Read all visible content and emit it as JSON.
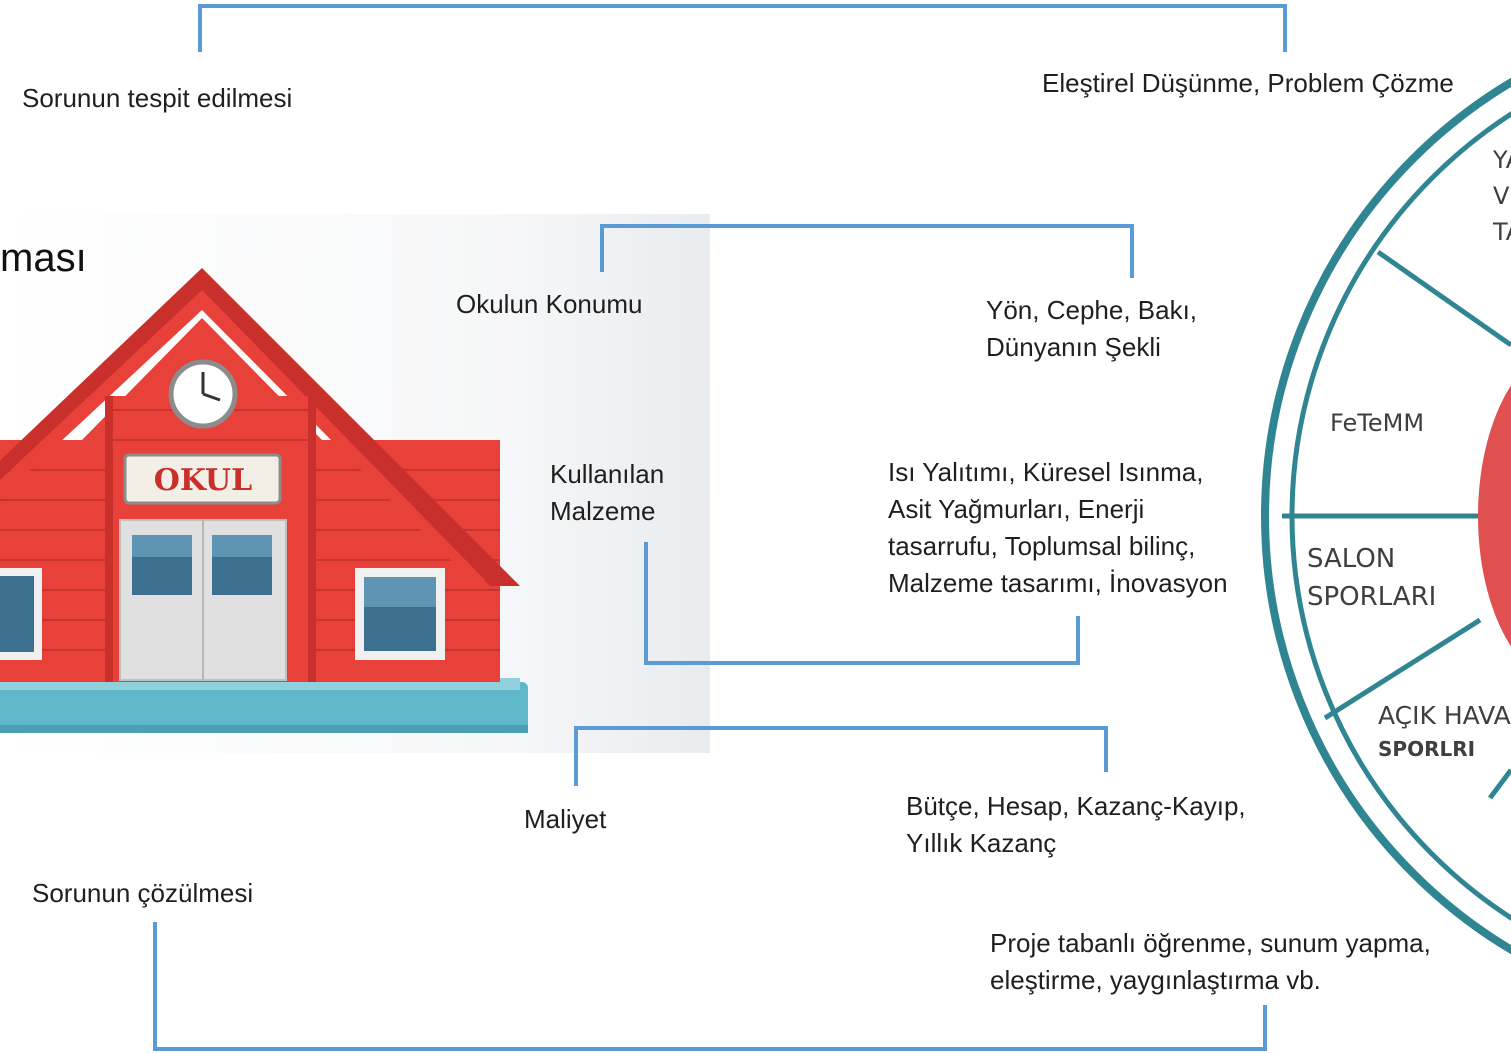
{
  "title_fragment": "ması",
  "labels": {
    "problem_identification": "Sorunun tespit edilmesi",
    "critical_thinking": "Eleştirel Düşünme, Problem Çözme",
    "school_location": "Okulun Konumu",
    "direction_line1": "Yön, Cephe, Bakı,",
    "direction_line2": "Dünyanın Şekli",
    "material_line1": "Kullanılan",
    "material_line2": "Malzeme",
    "material_topics_line1": "Isı Yalıtımı, Küresel Isınma,",
    "material_topics_line2": "Asit Yağmurları, Enerji",
    "material_topics_line3": "tasarrufu, Toplumsal bilinç,",
    "material_topics_line4": "Malzeme tasarımı, İnovasyon",
    "cost": "Maliyet",
    "cost_topics_line1": "Bütçe, Hesap, Kazanç-Kayıp,",
    "cost_topics_line2": "Yıllık Kazanç",
    "problem_solving": "Sorunun çözülmesi",
    "project_line1": "Proje tabanlı öğrenme, sunum yapma,",
    "project_line2": "eleştirme, yaygınlaştırma vb."
  },
  "house": {
    "sign": "OKUL"
  },
  "wheel": {
    "segment_top_line1": "YA",
    "segment_top_line2": "VE",
    "segment_top_line3": "TA",
    "segment_fetemm": "FeTeMM",
    "segment_salon_line1": "SALON",
    "segment_salon_line2": "SPORLARI",
    "segment_outdoor_line1": "AÇIK HAVA",
    "segment_outdoor_line2": "SPORLRI"
  },
  "colors": {
    "connector": "#5b9bd5",
    "wheel_teal": "#2f8591",
    "wheel_center": "#e05050",
    "house_red": "#e8413a",
    "house_roof": "#c9302c",
    "house_base": "#5fb8c9"
  }
}
